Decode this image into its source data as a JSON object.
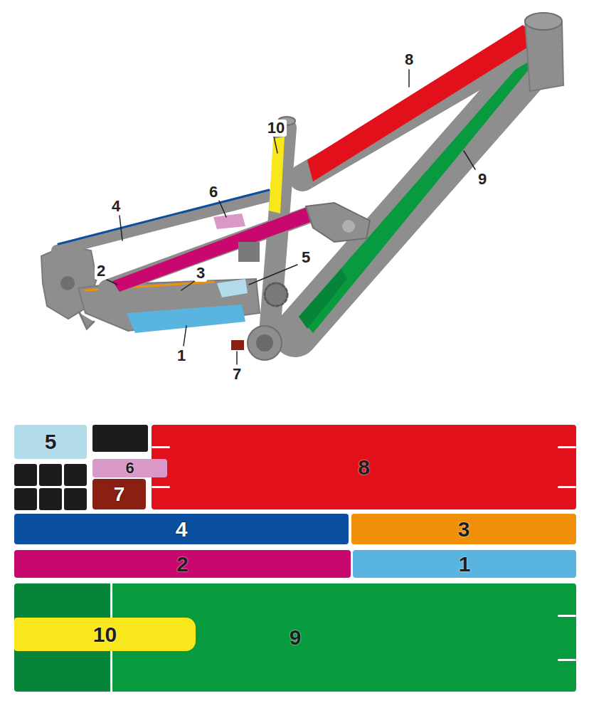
{
  "diagram": {
    "nodes": [
      {
        "text": [
          "5"
        ]
      },
      {
        "text": [
          "8"
        ]
      },
      {
        "text": [
          "6"
        ]
      },
      {
        "text": [
          "7"
        ]
      },
      {
        "text": [
          "4"
        ]
      },
      {
        "text": [
          "3"
        ]
      },
      {
        "text": [
          "2"
        ]
      },
      {
        "text": [
          "1"
        ]
      },
      {
        "text": [
          "9"
        ]
      },
      {
        "text": [
          "10"
        ],
        "in": 8
      }
    ],
    "labels": [
      "8",
      "10",
      "9",
      "6",
      "4",
      "5",
      "2",
      "3",
      "1",
      "7"
    ]
  }
}
